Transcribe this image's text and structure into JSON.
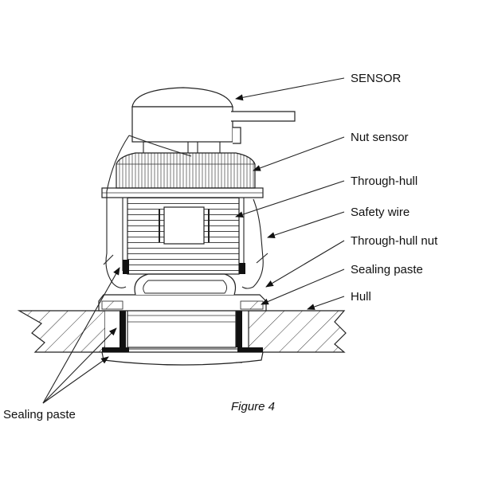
{
  "labels": {
    "sensor": "SENSOR",
    "nut_sensor": "Nut sensor",
    "through_hull": "Through-hull",
    "safety_wire": "Safety wire",
    "through_hull_nut": "Through-hull nut",
    "sealing_paste_right": "Sealing paste",
    "hull": "Hull",
    "sealing_paste_left": "Sealing paste"
  },
  "caption": "Figure 4"
}
